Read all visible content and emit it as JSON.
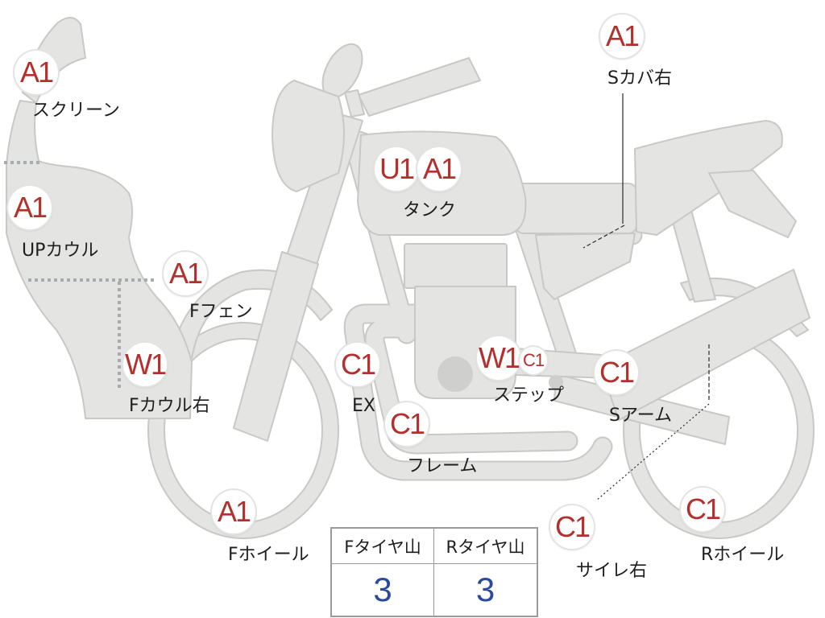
{
  "parts": {
    "screen": {
      "grades": [
        "A1"
      ],
      "label": "スクリーン"
    },
    "upper_cowl": {
      "grades": [
        "A1"
      ],
      "label": "UPカウル"
    },
    "front_fender": {
      "grades": [
        "A1"
      ],
      "label": "Fフェン"
    },
    "front_cowl_right": {
      "grades": [
        "W1"
      ],
      "label": "Fカウル右"
    },
    "front_wheel": {
      "grades": [
        "A1"
      ],
      "label": "Fホイール"
    },
    "tank": {
      "grades": [
        "U1",
        "A1"
      ],
      "label": "タンク"
    },
    "exhaust": {
      "grades": [
        "C1"
      ],
      "label": "EX"
    },
    "frame": {
      "grades": [
        "C1"
      ],
      "label": "フレーム"
    },
    "step": {
      "grades": [
        "W1",
        "C1"
      ],
      "label": "ステップ"
    },
    "swingarm": {
      "grades": [
        "C1"
      ],
      "label": "Sアーム"
    },
    "side_cover_right": {
      "grades": [
        "A1"
      ],
      "label": "Sカバ右"
    },
    "silencer_right": {
      "grades": [
        "C1"
      ],
      "label": "サイレ右"
    },
    "rear_wheel": {
      "grades": [
        "C1"
      ],
      "label": "Rホイール"
    }
  },
  "tire_tread": {
    "headers": [
      "Fタイヤ山",
      "Rタイヤ山"
    ],
    "values": [
      "3",
      "3"
    ]
  },
  "colors": {
    "grade_text": "#b3302d",
    "tread_value_text": "#2b4a9c",
    "body_fill": "#e4e4e2",
    "body_outline": "#c8c8c6"
  }
}
